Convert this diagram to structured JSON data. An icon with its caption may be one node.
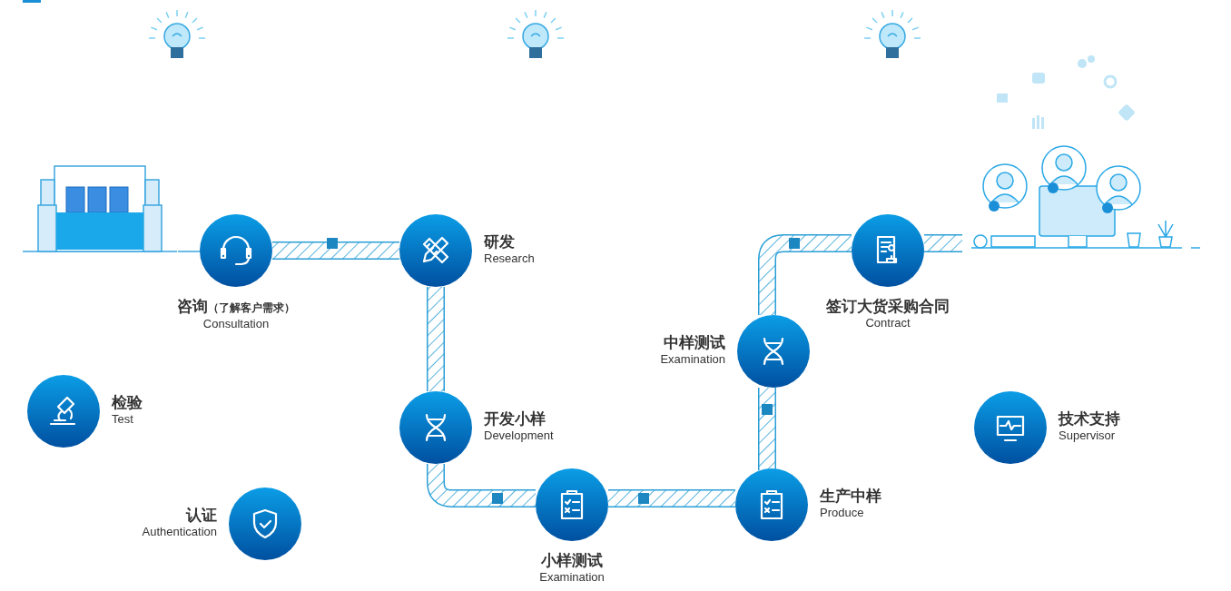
{
  "diagram": {
    "nodes": [
      {
        "text": [],
        "shape": "picture"
      },
      {
        "text": [
          "咨询",
          "（了解客户需求）",
          "Consultation"
        ]
      },
      {
        "text": [
          "研发",
          "Research"
        ]
      },
      {
        "text": [
          "开发小样",
          "Development"
        ]
      },
      {
        "text": [
          "小样测试",
          "Examination"
        ]
      },
      {
        "text": [
          "生产中样",
          "Produce"
        ]
      },
      {
        "text": [
          "中样测试",
          "Examination"
        ]
      },
      {
        "text": [
          "签订大货采购合同",
          "Contract"
        ]
      },
      {
        "text": [],
        "shape": "picture"
      },
      {
        "text": [
          "检验",
          "Test"
        ]
      },
      {
        "text": [
          "认证",
          "Authentication"
        ]
      },
      {
        "text": [
          "技术支持",
          "Supervisor"
        ]
      }
    ],
    "edges": [
      {
        "from": 0,
        "to": 1,
        "arrow": "none"
      },
      {
        "from": 1,
        "to": 2,
        "arrow": "none",
        "style": "thick"
      },
      {
        "from": 2,
        "to": 3,
        "arrow": "none",
        "style": "thick"
      },
      {
        "from": 3,
        "to": 4,
        "arrow": "none",
        "style": "thick"
      },
      {
        "from": 4,
        "to": 5,
        "arrow": "none",
        "style": "thick"
      },
      {
        "from": 5,
        "to": 6,
        "arrow": "none",
        "style": "thick"
      },
      {
        "from": 6,
        "to": 7,
        "arrow": "none",
        "style": "thick"
      },
      {
        "from": 7,
        "to": 8,
        "arrow": "none",
        "style": "thick"
      }
    ]
  }
}
